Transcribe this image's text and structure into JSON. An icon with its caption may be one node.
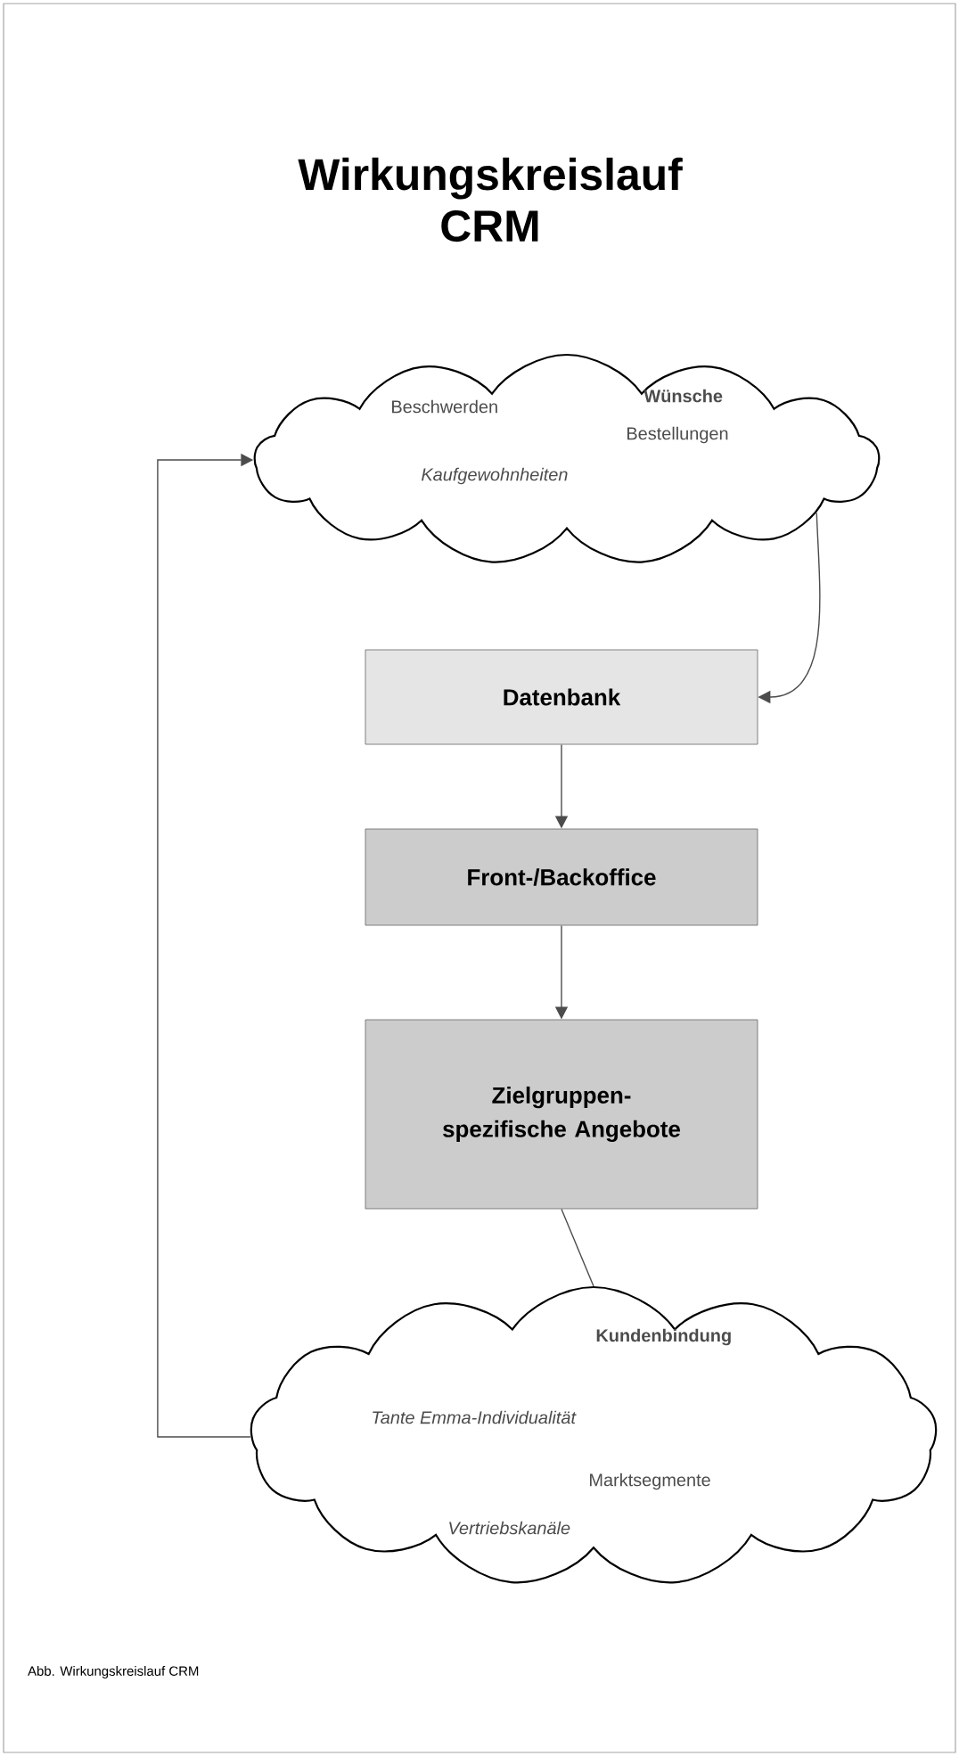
{
  "diagram": {
    "title": "Wirkungskreislauf CRM",
    "caption": "Abb. Wirkungskreislauf CRM",
    "nodes": [
      {
        "text": [
          "Beschwerden",
          "Wünsche",
          "Bestellungen",
          "Kaufgewohnheiten"
        ]
      },
      {
        "text": [
          "Datenbank"
        ]
      },
      {
        "text": [
          "Front-/Backoffice"
        ]
      },
      {
        "text": [
          "Zielgruppen- spezifische Angebote"
        ]
      },
      {
        "text": [
          "Kundenbindung",
          "Tante Emma-Individualität",
          "Marktsegmente",
          "Vertriebskanäle"
        ]
      }
    ],
    "edges": [
      {
        "from": 0,
        "to": 1,
        "arrow": "to"
      },
      {
        "from": 1,
        "to": 2,
        "arrow": "to"
      },
      {
        "from": 2,
        "to": 3,
        "arrow": "to"
      },
      {
        "from": 3,
        "to": 4,
        "arrow": "none"
      },
      {
        "from": 4,
        "to": 0,
        "arrow": "to"
      }
    ]
  }
}
